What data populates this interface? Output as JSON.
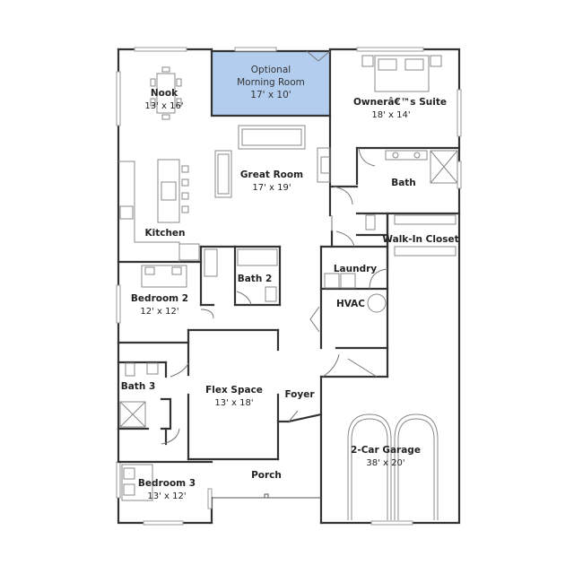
{
  "colors": {
    "highlight": "#b3cdee",
    "wall": "#333333"
  },
  "rooms": {
    "morning": {
      "name": "Optional",
      "name2": "Morning Room",
      "dim": "17' x 10'"
    },
    "nook": {
      "name": "Nook",
      "dim": "13' x 16'"
    },
    "owners": {
      "name": "Ownerâ€™s Suite",
      "dim": "18' x 14'"
    },
    "great": {
      "name": "Great Room",
      "dim": "17' x 19'"
    },
    "bath": {
      "name": "Bath"
    },
    "kitchen": {
      "name": "Kitchen"
    },
    "closet": {
      "name": "Walk-In Closet"
    },
    "bath2": {
      "name": "Bath 2"
    },
    "laundry": {
      "name": "Laundry"
    },
    "bed2": {
      "name": "Bedroom 2",
      "dim": "12' x 12'"
    },
    "hvac": {
      "name": "HVAC"
    },
    "bath3": {
      "name": "Bath 3"
    },
    "flex": {
      "name": "Flex Space",
      "dim": "13' x 18'"
    },
    "foyer": {
      "name": "Foyer"
    },
    "garage": {
      "name": "2-Car Garage",
      "dim": "38' x 20'"
    },
    "porch": {
      "name": "Porch"
    },
    "bed3": {
      "name": "Bedroom 3",
      "dim": "13' x 12'"
    }
  }
}
